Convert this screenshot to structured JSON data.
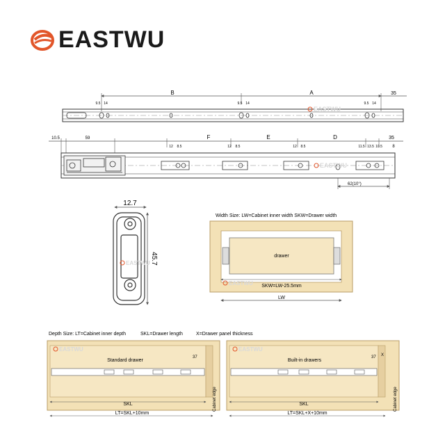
{
  "brand": {
    "name": "EASTWU",
    "watermark": "EASTWU",
    "accent": "#e2562a"
  },
  "top_rail": {
    "label_b": "B",
    "label_a": "A",
    "label_end": "35",
    "hole_dims": [
      "9.5",
      "14",
      "9.5",
      "14",
      "9.5",
      "14"
    ]
  },
  "mid_rail": {
    "dim_left_a": "10.5",
    "dim_left_b": "59",
    "label_f": "F",
    "label_e": "E",
    "label_d": "D",
    "label_end": "35",
    "label_8": "8",
    "hole_dims": [
      "12",
      "8.5",
      "12",
      "8.5",
      "12",
      "8.5",
      "11.5",
      "13.5",
      "10.5"
    ],
    "dim_62": "62(10°)"
  },
  "profile": {
    "width": "12.7",
    "height": "45.7"
  },
  "width_diagram": {
    "caption": "Width Size: LW=Cabinet inner width    SKW=Drawer width",
    "drawer_label": "drawer",
    "skw": "SKW=LW-25.5mm",
    "lw": "LW"
  },
  "depth_caption": {
    "text_a": "Depth Size: LT=Cabinet inner depth",
    "text_b": "SKL=Drawer length",
    "text_c": "X=Drawer panel thickness"
  },
  "depth_left": {
    "title": "Standard drawer",
    "dim_37": "37",
    "skl": "SKL",
    "lt": "LT=SKL+10mm",
    "edge": "Cabinet edge"
  },
  "depth_right": {
    "title": "Built-in drawers",
    "dim_37": "37",
    "dim_x": "X",
    "skl": "SKL",
    "lt": "LT=SKL+X+10mm",
    "edge": "Cabinet edge"
  },
  "colors": {
    "wood": "#f3e1b6",
    "wood_edge": "#b89c66",
    "drawer": "#f6e7c3",
    "line": "#333333",
    "dim": "#555555"
  }
}
